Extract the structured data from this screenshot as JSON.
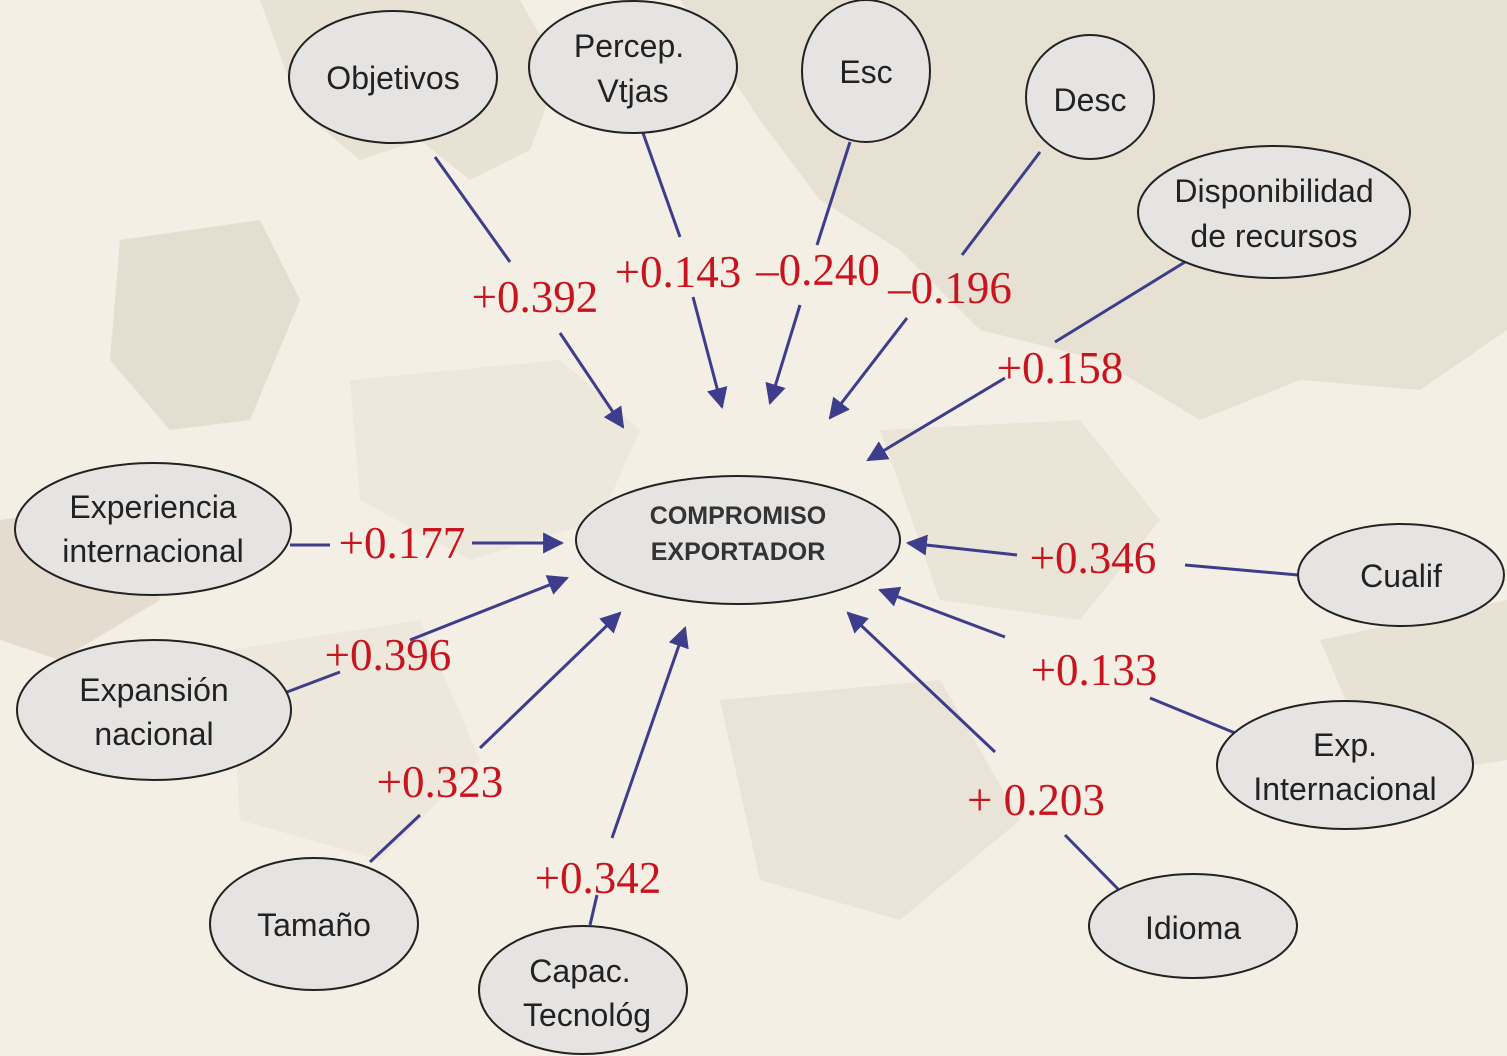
{
  "center": {
    "lines": [
      "COMPROMISO",
      "EXPORTADOR"
    ]
  },
  "nodes": [
    {
      "id": "objetivos",
      "lines": [
        "Objetivos"
      ],
      "coef": "+0.392"
    },
    {
      "id": "percep-vtjas",
      "lines": [
        "Percep.",
        "Vtjas"
      ],
      "coef": "+0.143"
    },
    {
      "id": "esc",
      "lines": [
        "Esc"
      ],
      "coef": "–0.240"
    },
    {
      "id": "desc",
      "lines": [
        "Desc"
      ],
      "coef": "–0.196"
    },
    {
      "id": "disponibilidad-recursos",
      "lines": [
        "Disponibilidad",
        "de recursos"
      ],
      "coef": "+0.158"
    },
    {
      "id": "experiencia-internacional",
      "lines": [
        "Experiencia",
        "internacional"
      ],
      "coef": "+0.177"
    },
    {
      "id": "expansion-nacional",
      "lines": [
        "Expansión",
        "nacional"
      ],
      "coef": "+0.396"
    },
    {
      "id": "tamano",
      "lines": [
        "Tamaño"
      ],
      "coef": "+0.323"
    },
    {
      "id": "capac-tecnolog",
      "lines": [
        "Capac.",
        "Tecnológ"
      ],
      "coef": "+0.342"
    },
    {
      "id": "idioma",
      "lines": [
        "Idioma"
      ],
      "coef": "+ 0.203"
    },
    {
      "id": "exp-internacional",
      "lines": [
        "Exp.",
        "Internacional"
      ],
      "coef": "+0.133"
    },
    {
      "id": "cualif",
      "lines": [
        "Cualif"
      ],
      "coef": "+0.346"
    }
  ],
  "colors": {
    "edge": "#3d3d8c",
    "coefficient": "#c8141e",
    "node_fill": "#e6e4e2",
    "node_stroke": "#222222",
    "background": "#f3efe4"
  }
}
